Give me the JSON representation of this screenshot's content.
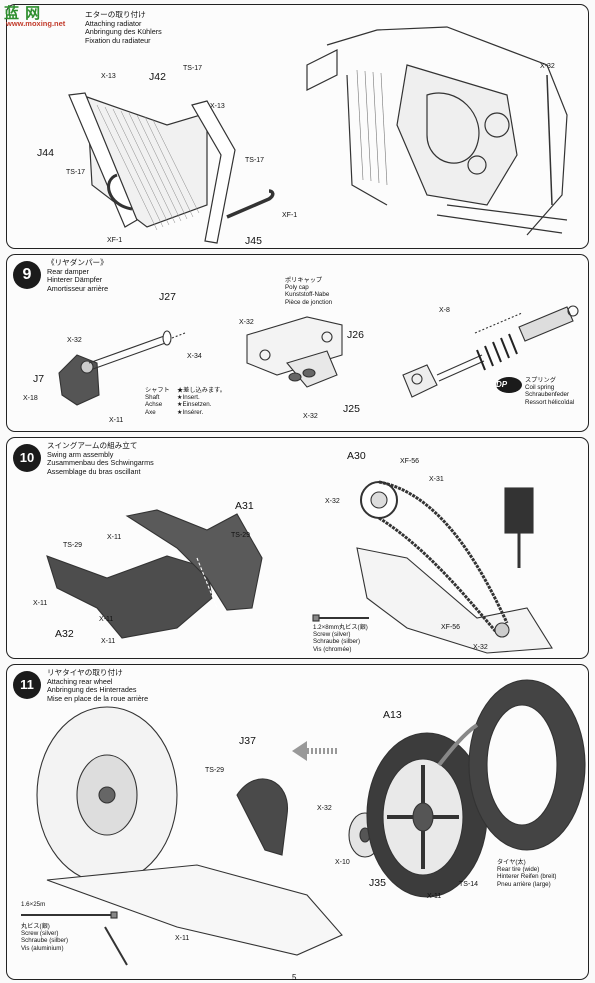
{
  "watermark": {
    "logo_text": "蓝 网",
    "url_text": "www.moxing.net"
  },
  "step8": {
    "title_jp": "エターの取り付け",
    "title_en": "Attaching radiator",
    "title_de": "Anbringung des Kühlers",
    "title_fr": "Fixation du radiateur",
    "parts": [
      "J42",
      "J44",
      "J45",
      "TS-17",
      "X-13",
      "X-13",
      "TS-17",
      "TS-17",
      "XF-1",
      "XF-1",
      "X-32"
    ]
  },
  "step9": {
    "number": "9",
    "title_jp": "《リヤダンパー》",
    "title_en": "Rear damper",
    "title_de": "Hinterer Dämpfer",
    "title_fr": "Amortisseur arrière",
    "parts": [
      "J27",
      "X-32",
      "X-34",
      "J7",
      "X-18",
      "X-11",
      "X-32",
      "J26",
      "J25",
      "X-32",
      "X-8"
    ],
    "polycap": [
      "ポリキャップ",
      "Poly cap",
      "Kunststoff-Nabe",
      "Pièce de jonction"
    ],
    "shaft": [
      "シャフト",
      "Shaft",
      "Achse",
      "Axe"
    ],
    "insert": [
      "★差し込みます。",
      "★Insert.",
      "★Einsetzen.",
      "★Insérer."
    ],
    "dp_badge": "DP",
    "spring": [
      "スプリング",
      "Coil spring",
      "Schraubenfeder",
      "Ressort hélicoïdal"
    ]
  },
  "step10": {
    "number": "10",
    "title_jp": "スイングアームの組み立て",
    "title_en": "Swing arm assembly",
    "title_de": "Zusammenbau des Schwingarms",
    "title_fr": "Assemblage du bras oscillant",
    "parts": [
      "A31",
      "TS-29",
      "TS-29",
      "X-11",
      "X-11",
      "X-11",
      "A32",
      "X-11",
      "A30",
      "XF-56",
      "X-31",
      "X-32",
      "XF-56",
      "X-32"
    ],
    "screw": [
      "1.2×8mm丸ビス(銀)",
      "Screw (silver)",
      "Schraube (silber)",
      "Vis (chromée)"
    ]
  },
  "step11": {
    "number": "11",
    "title_jp": "リヤタイヤの取り付け",
    "title_en": "Attaching rear wheel",
    "title_de": "Anbringung des Hinterrades",
    "title_fr": "Mise en place de la roue arrière",
    "parts": [
      "J37",
      "TS-29",
      "A13",
      "X-32",
      "X-10",
      "J35",
      "X-11",
      "TS-14",
      "X-11"
    ],
    "tire": [
      "タイヤ(太)",
      "Rear tire (wide)",
      "Hinterer Reifen (breit)",
      "Pneu arrière (large)"
    ],
    "screw": [
      "1.6×25m",
      "丸ビス(銀)",
      "Screw (silver)",
      "Schraube (silber)",
      "Vis (aluminium)"
    ]
  },
  "page": {
    "number": "5"
  }
}
